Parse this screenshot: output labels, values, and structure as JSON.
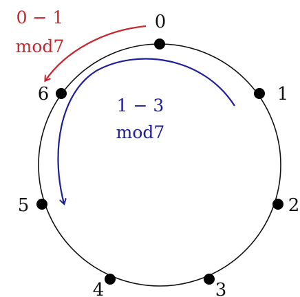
{
  "diagram": {
    "nodes": [
      {
        "label": "0"
      },
      {
        "label": "1"
      },
      {
        "label": "2"
      },
      {
        "label": "3"
      },
      {
        "label": "4"
      },
      {
        "label": "5"
      },
      {
        "label": "6"
      }
    ],
    "arrows": [
      {
        "line1": "0 − 1",
        "line2": "mod7",
        "color": "#c8262e"
      },
      {
        "line1": "1 − 3",
        "line2": "mod7",
        "color": "#1f1f9a"
      }
    ]
  }
}
